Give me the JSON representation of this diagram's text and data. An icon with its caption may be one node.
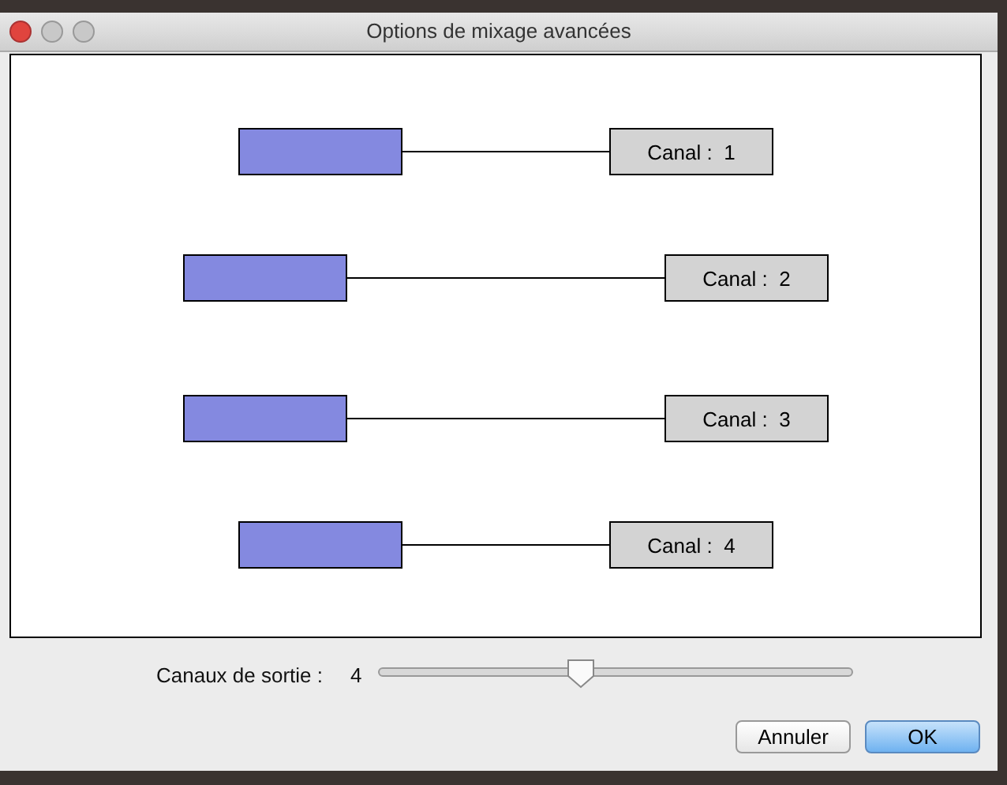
{
  "diagram": {
    "title": "Options de mixage avancées",
    "nodes": [
      {
        "text": [],
        "shape": "box"
      },
      {
        "text": [],
        "shape": "box"
      },
      {
        "text": [],
        "shape": "box"
      },
      {
        "text": [],
        "shape": "box"
      },
      {
        "text": [
          "Canal :  1"
        ]
      },
      {
        "text": [
          "Canal :  2"
        ]
      },
      {
        "text": [
          "Canal :  3"
        ]
      },
      {
        "text": [
          "Canal :  4"
        ]
      }
    ],
    "edges": [
      {
        "from": 0,
        "to": 4,
        "arrow": "none"
      },
      {
        "from": 1,
        "to": 5,
        "arrow": "none"
      },
      {
        "from": 2,
        "to": 6,
        "arrow": "none"
      },
      {
        "from": 3,
        "to": 7,
        "arrow": "none"
      }
    ],
    "labels": [
      "Canaux de sortie :",
      "4",
      "Annuler",
      "OK"
    ]
  }
}
